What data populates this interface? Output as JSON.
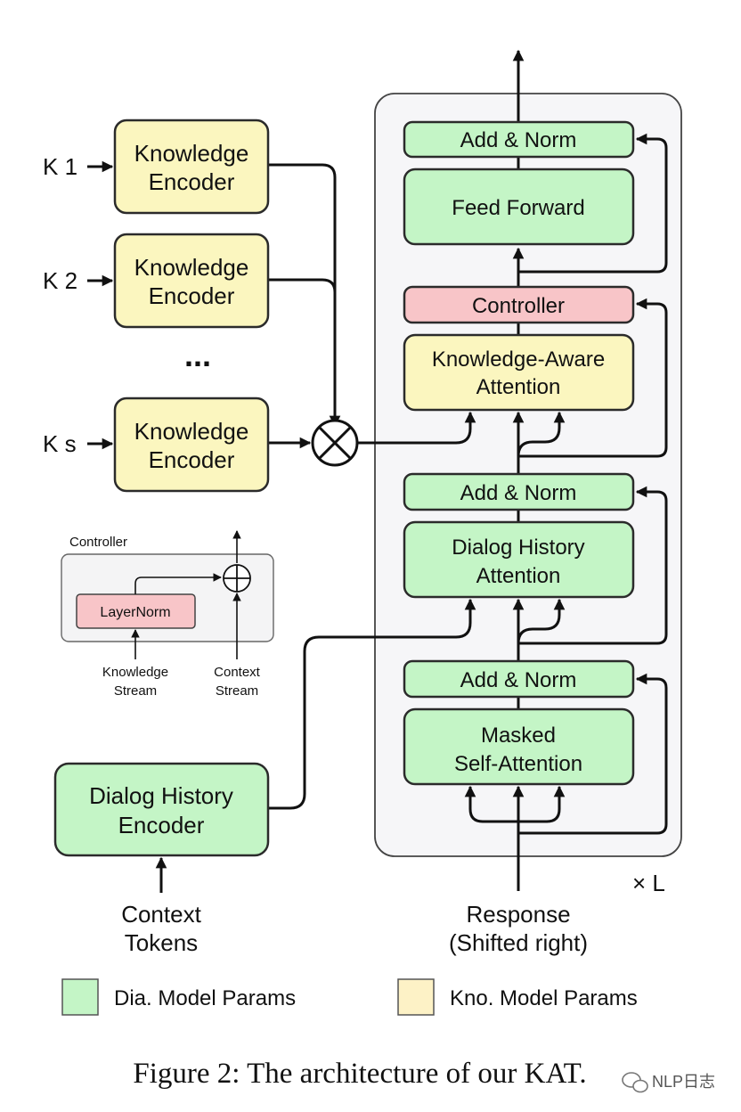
{
  "knowledge_inputs": [
    "K 1",
    "K 2",
    "K s"
  ],
  "knowledge_encoder": [
    "Knowledge",
    "Encoder"
  ],
  "ellipsis": "...",
  "decoder_block": {
    "top_add_norm": "Add & Norm",
    "feed_forward": "Feed Forward",
    "controller": "Controller",
    "knowledge_aware_attention": [
      "Knowledge-Aware",
      "Attention"
    ],
    "middle_add_norm": "Add & Norm",
    "dialog_history_attention": [
      "Dialog History",
      "Attention"
    ],
    "bottom_add_norm": "Add & Norm",
    "masked_self_attention": [
      "Masked",
      "Self-Attention"
    ],
    "repeat_label": "× L"
  },
  "controller_inset": {
    "title": "Controller",
    "layernorm": "LayerNorm",
    "knowledge_stream": [
      "Knowledge",
      "Stream"
    ],
    "context_stream": [
      "Context",
      "Stream"
    ]
  },
  "dialog_history_encoder": [
    "Dialog History",
    "Encoder"
  ],
  "context_tokens": [
    "Context",
    "Tokens"
  ],
  "response": [
    "Response",
    "(Shifted right)"
  ],
  "legend": {
    "dia": {
      "label": "Dia. Model Params",
      "color": "#c4f5c6"
    },
    "kno": {
      "label": "Kno. Model Params",
      "color": "#fdf2c6"
    }
  },
  "caption": "Figure 2: The architecture of our KAT.",
  "watermark": "NLP日志",
  "colors": {
    "dialog_green": "#c4f5c6",
    "knowledge_yellow": "#fbf6bf",
    "controller_red": "#f8c5c8",
    "block_bg": "#f6f6f8"
  }
}
